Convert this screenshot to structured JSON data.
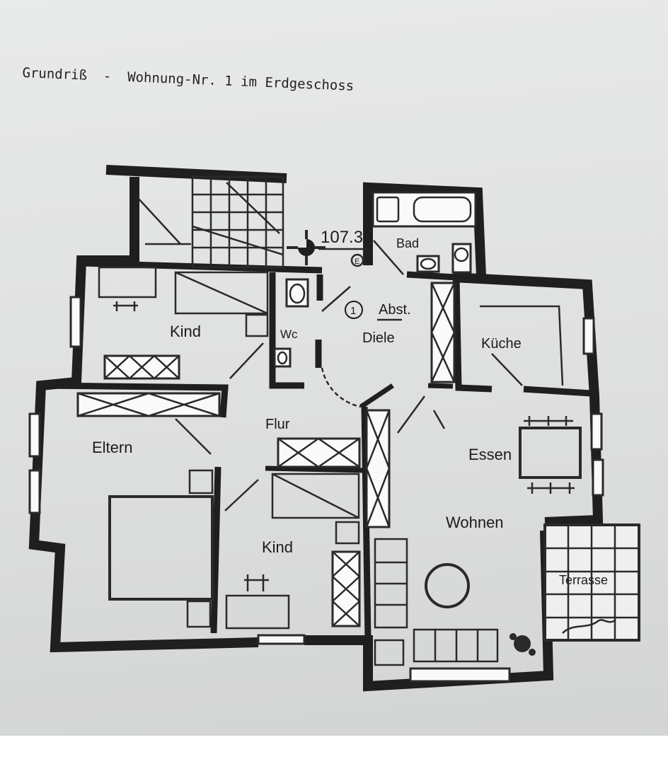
{
  "title": "Grundriß  -  Wohnung-Nr. 1 im Erdgeschoss",
  "plan": {
    "elevation": "107.30",
    "entrance_marker": "1",
    "rooms": {
      "kind_1": "Kind",
      "wc": "Wc",
      "bad": "Bad",
      "abst": "Abst.",
      "diele": "Diele",
      "kueche": "Küche",
      "eltern": "Eltern",
      "flur": "Flur",
      "essen": "Essen",
      "wohnen": "Wohnen",
      "kind_2": "Kind",
      "terrasse": "Terrasse"
    }
  }
}
